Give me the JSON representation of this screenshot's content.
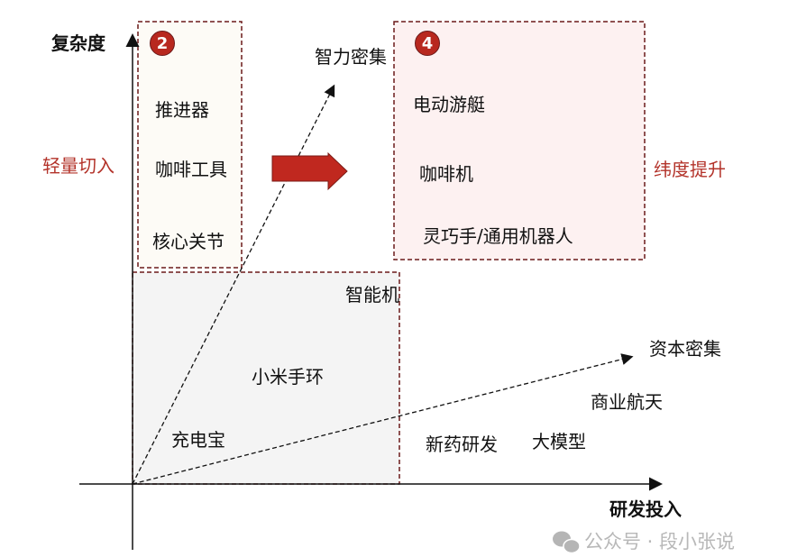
{
  "axes": {
    "y_label": "复杂度",
    "x_label": "研发投入"
  },
  "side_labels": {
    "left": "轻量切入",
    "right": "纬度提升"
  },
  "vectors": {
    "up": "智力密集",
    "right": "资本密集"
  },
  "box_2": {
    "badge": "2",
    "items": [
      "推进器",
      "咖啡工具",
      "核心关节"
    ]
  },
  "box_4": {
    "badge": "4",
    "items": [
      "电动游艇",
      "咖啡机",
      "灵巧手/通用机器人"
    ]
  },
  "box_base": {
    "items": [
      "智能机",
      "小米手环",
      "充电宝"
    ]
  },
  "outside_items": [
    "商业航天",
    "新药研发",
    "大模型"
  ],
  "watermark": {
    "text": "公众号 · 段小张说",
    "icon": "wechat-icon"
  },
  "colors": {
    "accent": "#b8281f",
    "border": "#6b1a1a"
  }
}
